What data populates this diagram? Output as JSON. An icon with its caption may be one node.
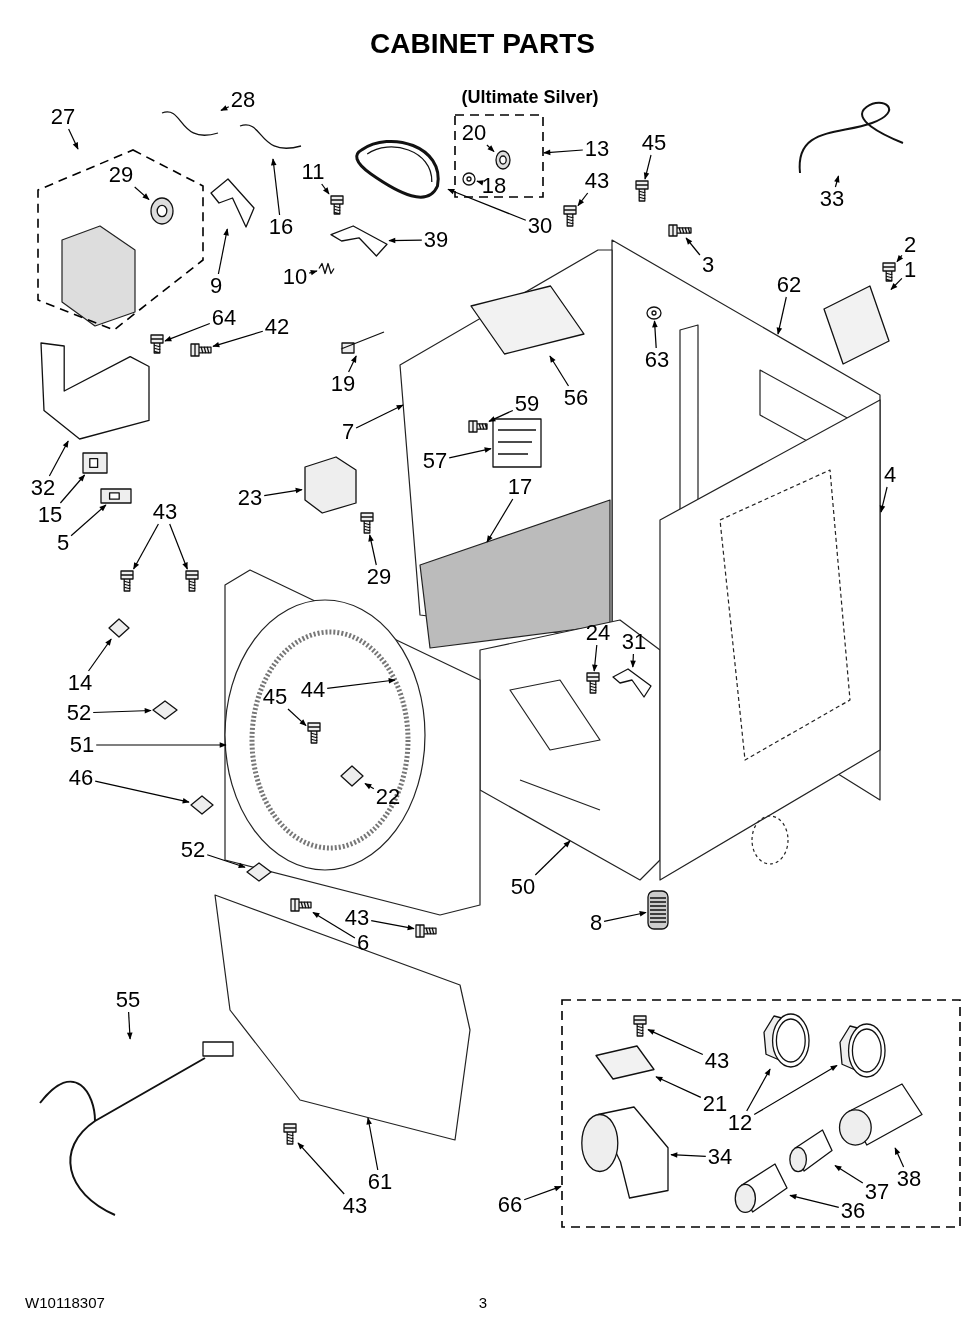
{
  "diagram": {
    "title": "CABINET PARTS",
    "nodes": [
      {
        "text": [
          "27"
        ]
      },
      {
        "text": [],
        "shape": "box"
      },
      {
        "text": [
          "29"
        ],
        "in": 1
      },
      {
        "text": [
          "28"
        ]
      },
      {
        "text": [
          "16"
        ]
      },
      {
        "text": [
          "9"
        ]
      },
      {
        "text": [
          "11"
        ]
      },
      {
        "text": [
          "10"
        ]
      },
      {
        "text": [
          "39"
        ]
      },
      {
        "text": [],
        "shape": "box"
      },
      {
        "text": [
          "20"
        ],
        "in": 9
      },
      {
        "text": [
          "18"
        ],
        "in": 9
      },
      {
        "text": [
          "13"
        ]
      },
      {
        "text": [
          "30"
        ]
      },
      {
        "text": [
          "45"
        ]
      },
      {
        "text": [
          "43"
        ]
      },
      {
        "text": [
          "33"
        ]
      },
      {
        "text": [
          "3"
        ]
      },
      {
        "text": [
          "2"
        ]
      },
      {
        "text": [
          "1"
        ]
      },
      {
        "text": [
          "62"
        ]
      },
      {
        "text": [
          "63"
        ]
      },
      {
        "text": [
          "64"
        ]
      },
      {
        "text": [
          "42"
        ]
      },
      {
        "text": [
          "19"
        ]
      },
      {
        "text": [
          "56"
        ]
      },
      {
        "text": [
          "7"
        ]
      },
      {
        "text": [
          "59"
        ]
      },
      {
        "text": [
          "57"
        ]
      },
      {
        "text": [
          "32"
        ]
      },
      {
        "text": [
          "15"
        ]
      },
      {
        "text": [
          "5"
        ]
      },
      {
        "text": [
          "23"
        ]
      },
      {
        "text": [
          "29"
        ]
      },
      {
        "text": [
          "17"
        ]
      },
      {
        "text": [
          "4"
        ]
      },
      {
        "text": [
          "43"
        ]
      },
      {
        "text": [
          "14"
        ]
      },
      {
        "text": [
          "52"
        ]
      },
      {
        "text": [
          "51"
        ]
      },
      {
        "text": [
          "46"
        ]
      },
      {
        "text": [
          "45"
        ]
      },
      {
        "text": [
          "44"
        ]
      },
      {
        "text": [
          "22"
        ]
      },
      {
        "text": [
          "24"
        ]
      },
      {
        "text": [
          "31"
        ]
      },
      {
        "text": [
          "52"
        ]
      },
      {
        "text": [
          "50"
        ]
      },
      {
        "text": [
          "8"
        ]
      },
      {
        "text": [
          "43"
        ]
      },
      {
        "text": [
          "6"
        ]
      },
      {
        "text": [
          "55"
        ]
      },
      {
        "text": [
          "61"
        ]
      },
      {
        "text": [
          "43"
        ]
      },
      {
        "text": [],
        "shape": "box"
      },
      {
        "text": [
          "43"
        ],
        "in": 54
      },
      {
        "text": [
          "21"
        ],
        "in": 54
      },
      {
        "text": [
          "12"
        ],
        "in": 54
      },
      {
        "text": [
          "34"
        ],
        "in": 54
      },
      {
        "text": [
          "36"
        ],
        "in": 54
      },
      {
        "text": [
          "37"
        ],
        "in": 54
      },
      {
        "text": [
          "38"
        ],
        "in": 54
      },
      {
        "text": [
          "66"
        ]
      },
      {
        "text": [],
        "shape": "picture"
      },
      {
        "text": [],
        "shape": "picture",
        "in": 1
      },
      {
        "text": [],
        "shape": "picture"
      },
      {
        "text": [],
        "shape": "picture"
      },
      {
        "text": [],
        "shape": "picture"
      },
      {
        "text": [],
        "shape": "picture"
      },
      {
        "text": [],
        "shape": "picture"
      },
      {
        "text": [],
        "shape": "picture"
      },
      {
        "text": [],
        "shape": "picture",
        "in": 9
      },
      {
        "text": [],
        "shape": "picture",
        "in": 9
      },
      {
        "text": [],
        "shape": "picture"
      },
      {
        "text": [],
        "shape": "picture"
      },
      {
        "text": [],
        "shape": "picture"
      },
      {
        "text": [],
        "shape": "picture"
      },
      {
        "text": [],
        "shape": "picture"
      },
      {
        "text": [],
        "shape": "picture"
      },
      {
        "text": [],
        "shape": "picture"
      },
      {
        "text": [],
        "shape": "picture"
      },
      {
        "text": [],
        "shape": "picture"
      },
      {
        "text": [],
        "shape": "picture"
      },
      {
        "text": [],
        "shape": "picture"
      },
      {
        "text": [],
        "shape": "picture"
      },
      {
        "text": [],
        "shape": "picture"
      },
      {
        "text": [],
        "shape": "picture"
      },
      {
        "text": [],
        "shape": "picture"
      },
      {
        "text": [],
        "shape": "picture"
      },
      {
        "text": [],
        "shape": "picture"
      },
      {
        "text": [],
        "shape": "picture"
      },
      {
        "text": [],
        "shape": "picture"
      },
      {
        "text": [],
        "shape": "picture"
      },
      {
        "text": [],
        "shape": "picture"
      },
      {
        "text": [],
        "shape": "picture"
      },
      {
        "text": [],
        "shape": "picture"
      },
      {
        "text": [],
        "shape": "picture"
      },
      {
        "text": [],
        "shape": "picture"
      },
      {
        "text": [],
        "shape": "picture"
      },
      {
        "text": [],
        "shape": "picture"
      },
      {
        "text": [],
        "shape": "picture"
      },
      {
        "text": [],
        "shape": "picture"
      },
      {
        "text": [],
        "shape": "picture"
      },
      {
        "text": [],
        "shape": "picture"
      },
      {
        "text": [],
        "shape": "picture"
      },
      {
        "text": [],
        "shape": "picture"
      },
      {
        "text": [],
        "shape": "picture",
        "in": 54
      },
      {
        "text": [],
        "shape": "picture",
        "in": 54
      },
      {
        "text": [],
        "shape": "picture",
        "in": 54
      },
      {
        "text": [],
        "shape": "picture",
        "in": 54
      },
      {
        "text": [],
        "shape": "picture",
        "in": 54
      },
      {
        "text": [],
        "shape": "picture",
        "in": 54
      },
      {
        "text": [],
        "shape": "picture",
        "in": 54
      },
      {
        "text": [],
        "shape": "picture",
        "in": 54
      }
    ],
    "edges": [
      {
        "from": 0,
        "to": 1,
        "arrow": "to"
      },
      {
        "from": 2,
        "to": 64,
        "arrow": "to"
      },
      {
        "from": 3,
        "to": 63,
        "arrow": "to"
      },
      {
        "from": 4,
        "to": 65,
        "arrow": "to"
      },
      {
        "from": 5,
        "to": 66,
        "arrow": "to"
      },
      {
        "from": 6,
        "to": 67,
        "arrow": "to"
      },
      {
        "from": 7,
        "to": 68,
        "arrow": "to"
      },
      {
        "from": 8,
        "to": 69,
        "arrow": "to"
      },
      {
        "from": 10,
        "to": 71,
        "arrow": "to"
      },
      {
        "from": 11,
        "to": 72,
        "arrow": "to"
      },
      {
        "from": 12,
        "to": 9,
        "arrow": "to"
      },
      {
        "from": 13,
        "to": 70,
        "arrow": "to"
      },
      {
        "from": 14,
        "to": 73,
        "arrow": "to"
      },
      {
        "from": 15,
        "to": 74,
        "arrow": "to"
      },
      {
        "from": 16,
        "to": 75,
        "arrow": "to"
      },
      {
        "from": 17,
        "to": 76,
        "arrow": "to"
      },
      {
        "from": 18,
        "to": 77,
        "arrow": "to"
      },
      {
        "from": 19,
        "to": 78,
        "arrow": "to"
      },
      {
        "from": 20,
        "to": null,
        "arrow": "to"
      },
      {
        "from": 21,
        "to": 79,
        "arrow": "to"
      },
      {
        "from": 22,
        "to": 80,
        "arrow": "to"
      },
      {
        "from": 23,
        "to": 81,
        "arrow": "to"
      },
      {
        "from": 24,
        "to": 82,
        "arrow": "to"
      },
      {
        "from": 25,
        "to": 83,
        "arrow": "to"
      },
      {
        "from": 26,
        "to": null,
        "arrow": "to"
      },
      {
        "from": 27,
        "to": 84,
        "arrow": "to"
      },
      {
        "from": 28,
        "to": 85,
        "arrow": "to"
      },
      {
        "from": 29,
        "to": 86,
        "arrow": "to"
      },
      {
        "from": 30,
        "to": 87,
        "arrow": "to"
      },
      {
        "from": 31,
        "to": 88,
        "arrow": "to"
      },
      {
        "from": 32,
        "to": 89,
        "arrow": "to"
      },
      {
        "from": 33,
        "to": 90,
        "arrow": "to"
      },
      {
        "from": 34,
        "to": null,
        "arrow": "to"
      },
      {
        "from": 35,
        "to": null,
        "arrow": "to"
      },
      {
        "from": 36,
        "to": 91,
        "arrow": "to"
      },
      {
        "from": 36,
        "to": 92,
        "arrow": "to"
      },
      {
        "from": 37,
        "to": 93,
        "arrow": "to"
      },
      {
        "from": 38,
        "to": 94,
        "arrow": "to"
      },
      {
        "from": 39,
        "to": null,
        "arrow": "to"
      },
      {
        "from": 40,
        "to": 95,
        "arrow": "to"
      },
      {
        "from": 41,
        "to": 96,
        "arrow": "to"
      },
      {
        "from": 42,
        "to": null,
        "arrow": "to"
      },
      {
        "from": 43,
        "to": 97,
        "arrow": "to"
      },
      {
        "from": 44,
        "to": 98,
        "arrow": "to"
      },
      {
        "from": 45,
        "to": 99,
        "arrow": "to"
      },
      {
        "from": 46,
        "to": 100,
        "arrow": "to"
      },
      {
        "from": 47,
        "to": null,
        "arrow": "to"
      },
      {
        "from": 48,
        "to": 101,
        "arrow": "to"
      },
      {
        "from": 49,
        "to": 102,
        "arrow": "to"
      },
      {
        "from": 50,
        "to": 103,
        "arrow": "to"
      },
      {
        "from": 51,
        "to": 104,
        "arrow": "to"
      },
      {
        "from": 52,
        "to": null,
        "arrow": "to"
      },
      {
        "from": 53,
        "to": 105,
        "arrow": "to"
      },
      {
        "from": 55,
        "to": 106,
        "arrow": "to"
      },
      {
        "from": 56,
        "to": 107,
        "arrow": "to"
      },
      {
        "from": 57,
        "to": 108,
        "arrow": "to"
      },
      {
        "from": 57,
        "to": 109,
        "arrow": "to"
      },
      {
        "from": 58,
        "to": 110,
        "arrow": "to"
      },
      {
        "from": 59,
        "to": 111,
        "arrow": "to"
      },
      {
        "from": 60,
        "to": 112,
        "arrow": "to"
      },
      {
        "from": 61,
        "to": 113,
        "arrow": "to"
      },
      {
        "from": 62,
        "to": 54,
        "arrow": "to"
      }
    ],
    "labels": [
      "(Ultimate Silver)",
      "W10118307",
      "3"
    ]
  }
}
